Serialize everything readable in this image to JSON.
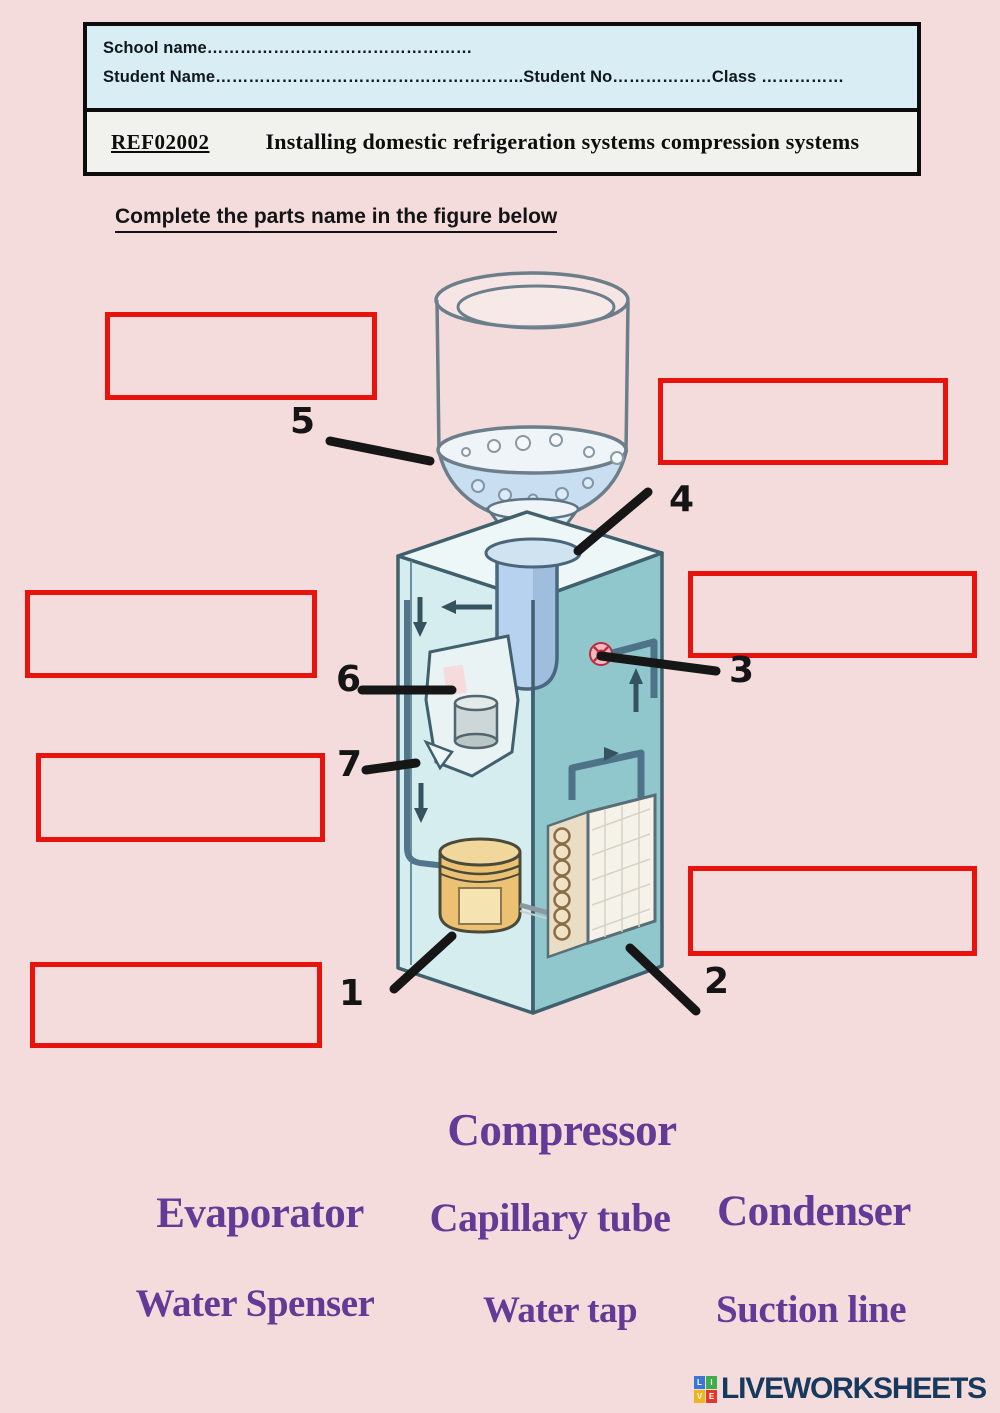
{
  "colors": {
    "background_pink": "#f5dcdc",
    "header_blue": "#d9edf5",
    "header_gray": "#f1f1ee",
    "border_black": "#0d0d0d",
    "answer_box_red": "#e8130d",
    "word_bank_purple": "#643a97",
    "logo_navy": "#16395d",
    "cabinet_front": "#d6edef",
    "cabinet_side": "#8fc7cd",
    "cabinet_top": "#eef7f7",
    "compressor_tank_gold": "#ecc173",
    "reservoir_blue": "#b6d2ee"
  },
  "header": {
    "school_line": "School name…………………………………………",
    "student_line": "Student Name………………………………………………..Student No………………Class ……………",
    "ref_code": "REF02002",
    "course_title": "Installing domestic refrigeration systems compression systems"
  },
  "instruction": {
    "text": "Complete the parts name in the figure below"
  },
  "figure": {
    "numbers": [
      "1",
      "2",
      "3",
      "4",
      "5",
      "6",
      "7"
    ]
  },
  "word_bank": {
    "items": [
      "Compressor",
      "Evaporator",
      "Capillary tube",
      "Condenser",
      "Water Spenser",
      "Water tap",
      "Suction line"
    ]
  },
  "footer": {
    "logo_text": "LIVEWORKSHEETS",
    "tiles": [
      "L",
      "I",
      "V",
      "E"
    ]
  }
}
